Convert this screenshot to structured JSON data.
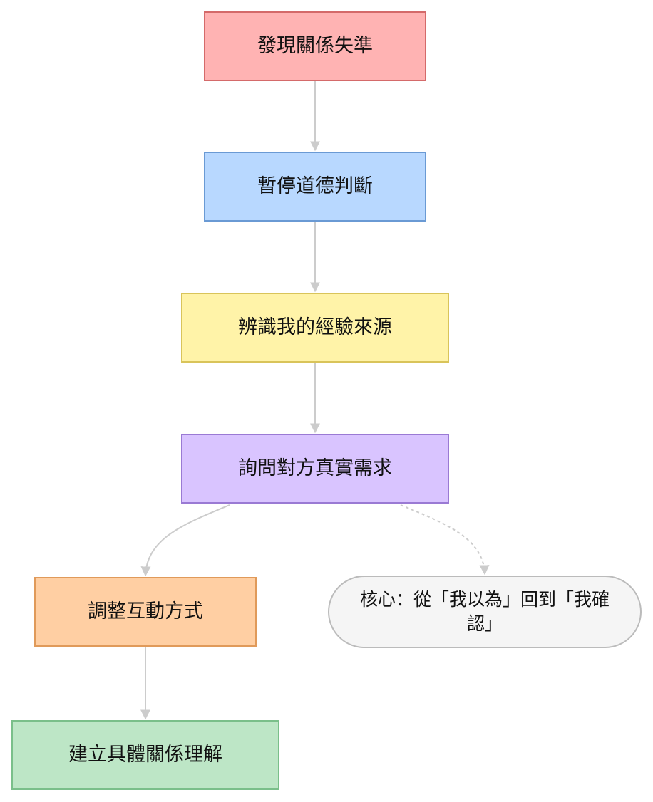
{
  "diagram": {
    "nodes": [
      {
        "id": "n1",
        "label": "發現關係失準",
        "fill": "#FFB3B3",
        "stroke": "#D46A6A"
      },
      {
        "id": "n2",
        "label": "暫停道德判斷",
        "fill": "#B8D8FF",
        "stroke": "#6A9AD4"
      },
      {
        "id": "n3",
        "label": "辨識我的經驗來源",
        "fill": "#FFF3A8",
        "stroke": "#D9C45A"
      },
      {
        "id": "n4",
        "label": "詢問對方真實需求",
        "fill": "#D9C4FF",
        "stroke": "#9A7AD4"
      },
      {
        "id": "n5",
        "label": "調整互動方式",
        "fill": "#FFCFA3",
        "stroke": "#E09A5A"
      },
      {
        "id": "n6",
        "label": "建立具體關係理解",
        "fill": "#BDE6C6",
        "stroke": "#7ABF8A"
      }
    ],
    "note": {
      "label": "核心：從「我以為」回到「我確認」",
      "fill": "#F5F5F5",
      "stroke": "#BBBBBB"
    },
    "edges": [
      {
        "from": "n1",
        "to": "n2",
        "style": "solid"
      },
      {
        "from": "n2",
        "to": "n3",
        "style": "solid"
      },
      {
        "from": "n3",
        "to": "n4",
        "style": "solid"
      },
      {
        "from": "n4",
        "to": "n5",
        "style": "solid"
      },
      {
        "from": "n4",
        "to": "note",
        "style": "dashed"
      },
      {
        "from": "n5",
        "to": "n6",
        "style": "solid"
      }
    ],
    "edge_color": "#CCCCCC"
  }
}
